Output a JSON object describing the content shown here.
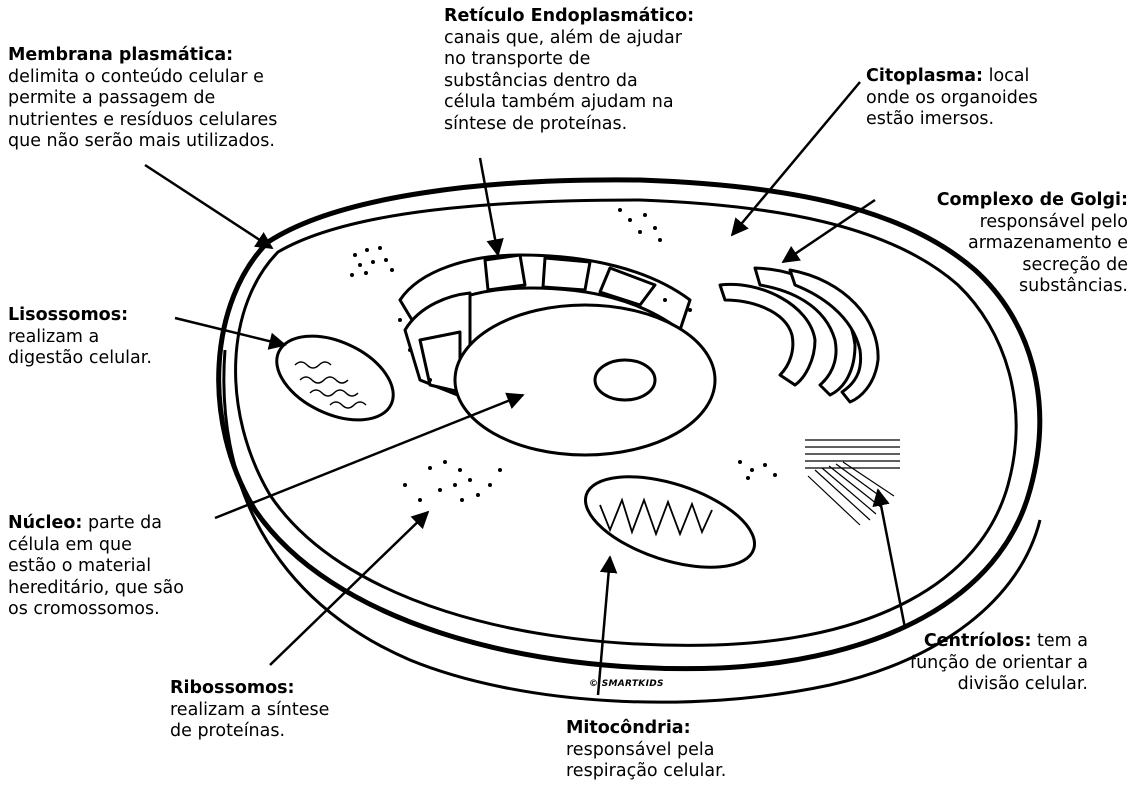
{
  "labels": {
    "membrana": {
      "title": "Membrana plasmática:",
      "lines": [
        "delimita o conteúdo celular e",
        "permite a passagem de",
        "nutrientes e resíduos celulares",
        "que não serão mais utilizados."
      ]
    },
    "reticulo": {
      "title": "Retículo Endoplasmático:",
      "lines": [
        "canais que, além de ajudar",
        "no transporte de",
        "substâncias dentro da",
        "célula também ajudam na",
        "síntese de proteínas."
      ]
    },
    "citoplasma": {
      "title": "Citoplasma:",
      "rest": " local",
      "lines": [
        "onde os organoides",
        "estão imersos."
      ]
    },
    "golgi": {
      "title": "Complexo de Golgi:",
      "lines": [
        "responsável pelo",
        "armazenamento e",
        "secreção de",
        "substâncias."
      ]
    },
    "lisossomos": {
      "title": "Lisossomos:",
      "lines": [
        "realizam a",
        "digestão celular."
      ]
    },
    "nucleo": {
      "title": "Núcleo:",
      "rest": " parte da",
      "lines": [
        "célula em que",
        "estão o material",
        "hereditário, que são",
        "os cromossomos."
      ]
    },
    "ribossomos": {
      "title": "Ribossomos:",
      "lines": [
        "realizam a síntese",
        "de proteínas."
      ]
    },
    "mitocondria": {
      "title": "Mitocôndria:",
      "lines": [
        "responsável pela",
        "respiração celular."
      ]
    },
    "centriolos": {
      "title": "Centríolos:",
      "rest": " tem a",
      "lines": [
        "função de orientar a",
        "divisão celular."
      ]
    }
  },
  "watermark": "© SMARTKIDS"
}
